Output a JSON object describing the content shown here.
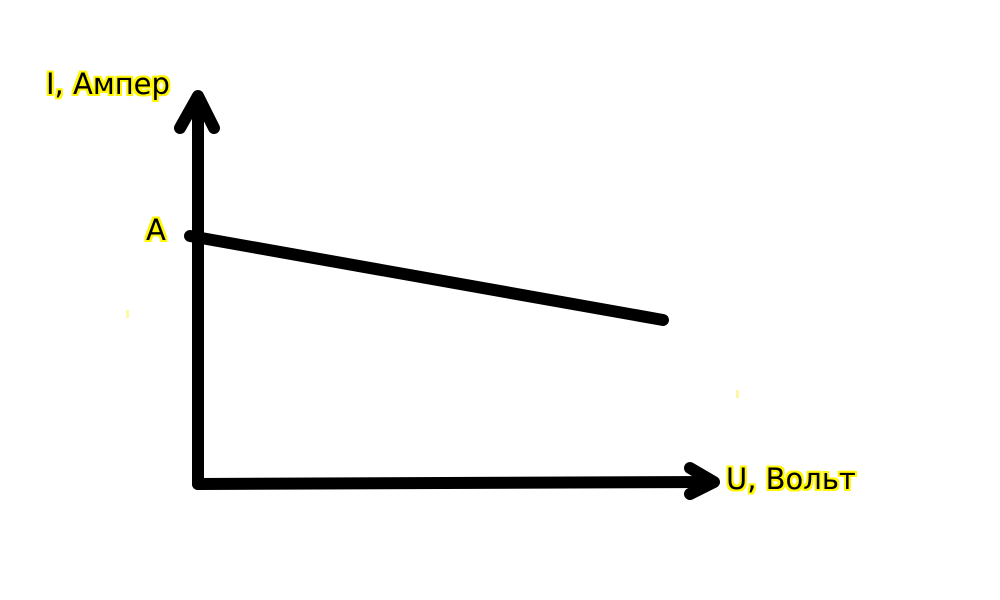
{
  "diagram": {
    "y_axis_label": "I, Ампер",
    "x_axis_label": "U, Вольт",
    "point_label": "A",
    "label_highlight_color": "#fff600",
    "line_color": "#000000",
    "background_color": "#ffffff"
  }
}
